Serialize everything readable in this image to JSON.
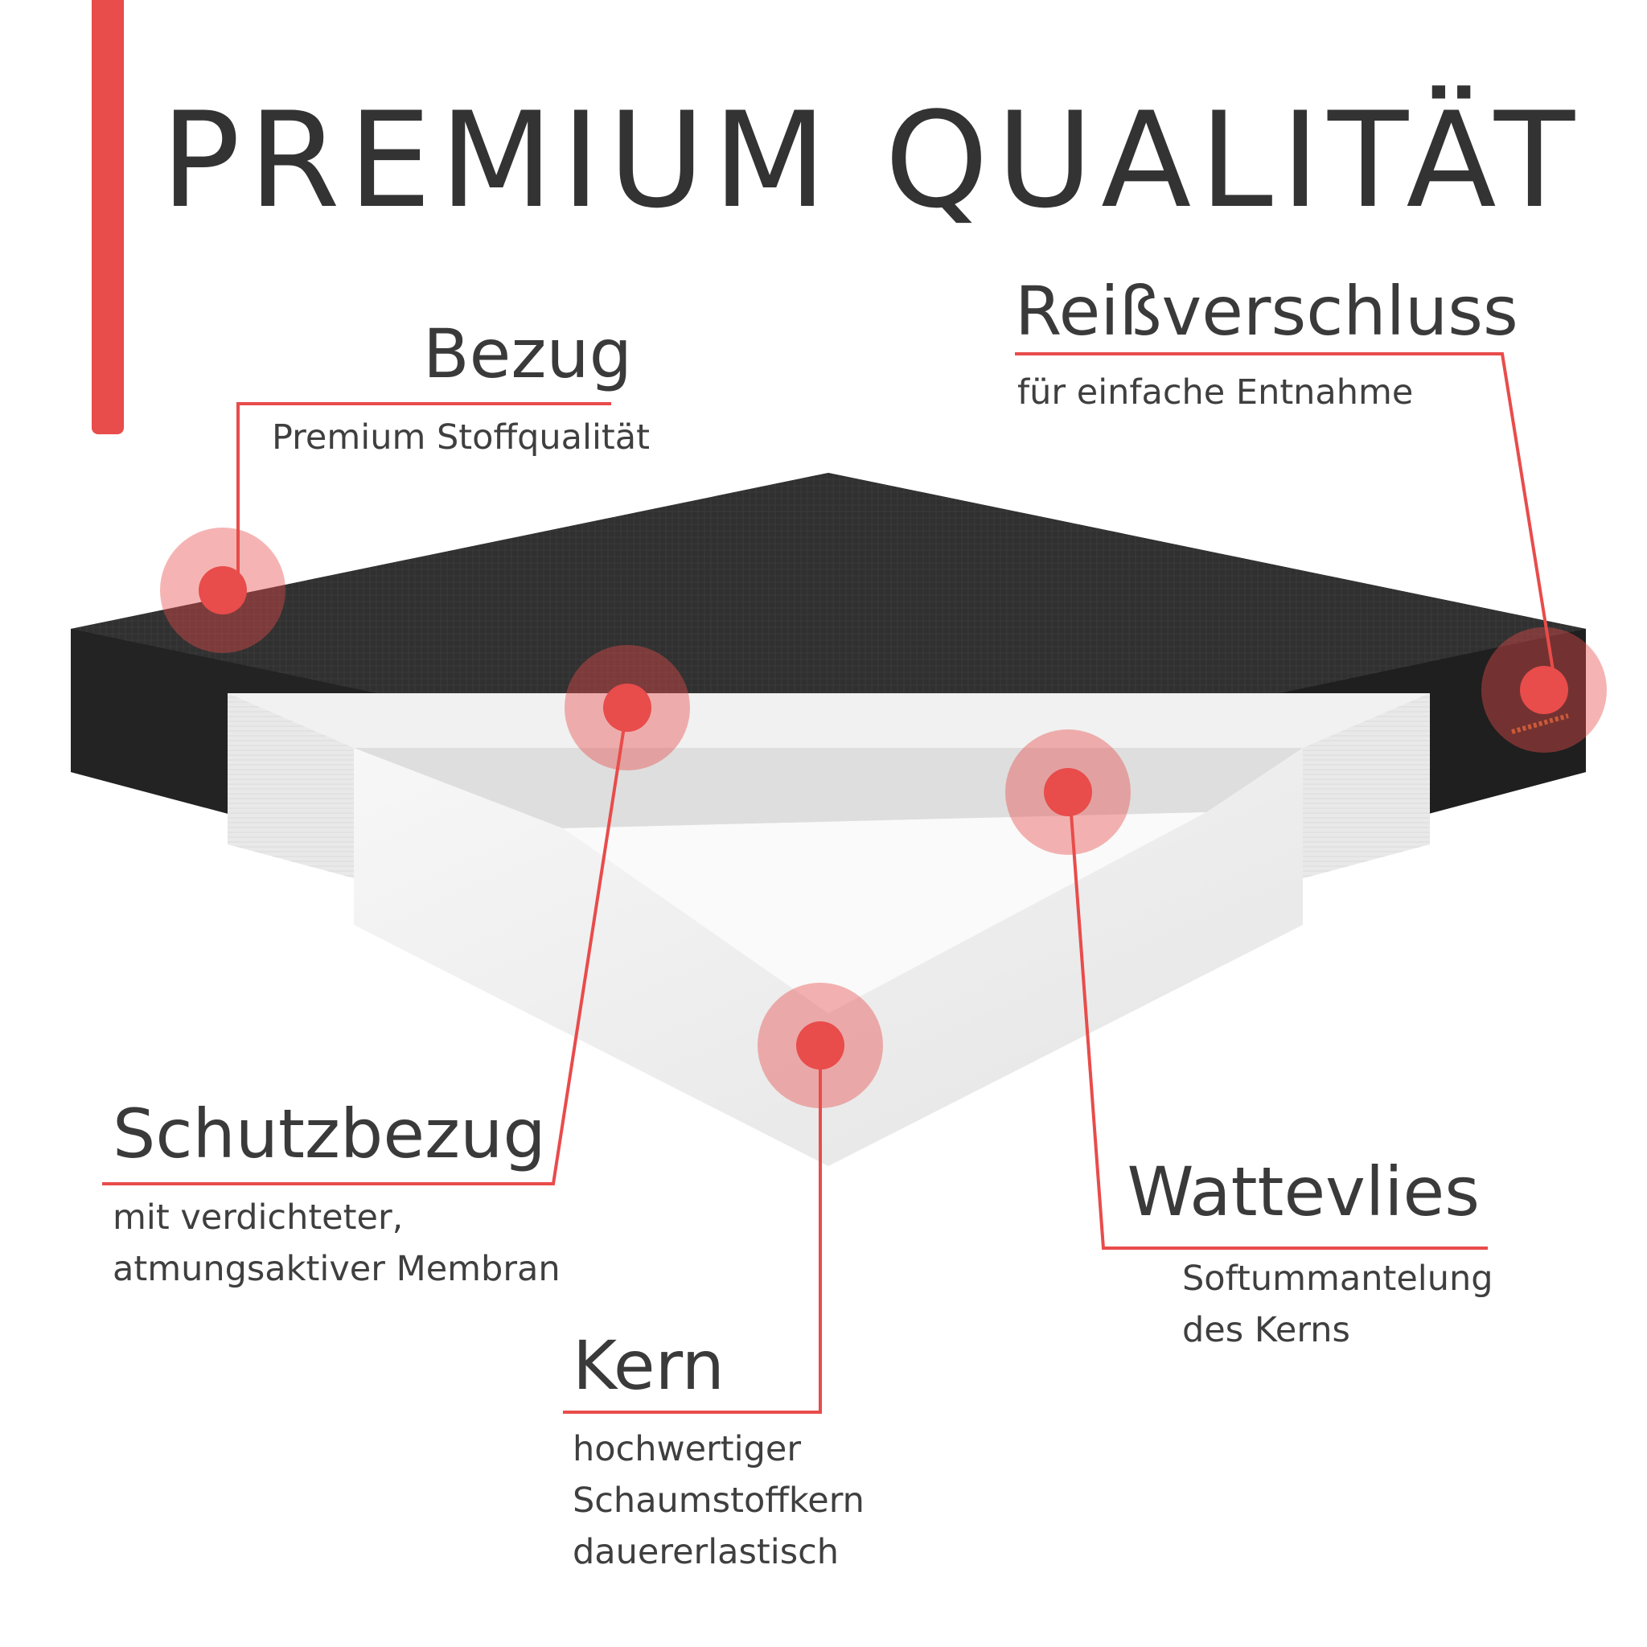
{
  "title": "PREMIUM QUALITÄT",
  "colors": {
    "accent": "#e84c4b",
    "text": "#3a3a3a",
    "cover_fabric": "#2f2f2f",
    "protective_cover": "#e6e6e6",
    "core": "#f4f4f4"
  },
  "callouts": {
    "bezug": {
      "title": "Bezug",
      "lines": [
        "Premium Stoffqualität"
      ]
    },
    "reissverschluss": {
      "title": "Reißverschluss",
      "lines": [
        "für einfache Entnahme"
      ]
    },
    "schutzbezug": {
      "title": "Schutzbezug",
      "lines": [
        "mit verdichteter,",
        "atmungsaktiver Membran"
      ]
    },
    "wattevlies": {
      "title": "Wattevlies",
      "lines": [
        "Softummantelung",
        "des Kerns"
      ]
    },
    "kern": {
      "title": "Kern",
      "lines": [
        "hochwertiger",
        "Schaumstoffkern",
        "dauererlastisch"
      ]
    }
  }
}
